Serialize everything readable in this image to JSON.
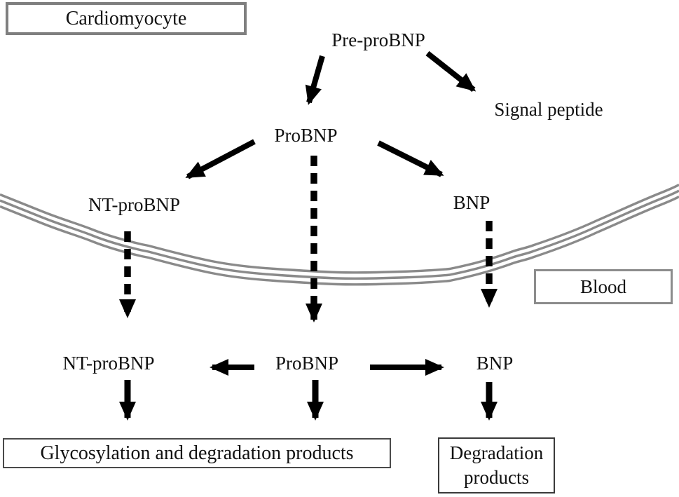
{
  "diagram": {
    "compartments": {
      "top_label": "Cardiomyocyte",
      "bottom_label": "Blood"
    },
    "nodes": {
      "pre_probnp": "Pre-proBNP",
      "signal_peptide": "Signal peptide",
      "probnp_upper": "ProBNP",
      "nt_probnp_upper": "NT-proBNP",
      "bnp_upper": "BNP",
      "nt_probnp_lower": "NT-proBNP",
      "probnp_lower": "ProBNP",
      "bnp_lower": "BNP",
      "glycosylation_products": "Glycosylation and degradation products",
      "degradation_products": "Degradation products"
    },
    "relations": [
      "Pre-proBNP -> ProBNP (solid)",
      "Pre-proBNP -> Signal peptide (solid)",
      "ProBNP -> NT-proBNP (solid)",
      "ProBNP -> BNP (solid)",
      "ProBNP -> blood ProBNP (dashed, crosses membrane)",
      "NT-proBNP -> blood NT-proBNP (dashed, crosses membrane)",
      "BNP -> blood BNP (dashed, crosses membrane)",
      "blood ProBNP -> blood NT-proBNP (solid)",
      "blood ProBNP -> blood BNP (solid)",
      "blood NT-proBNP -> Glycosylation and degradation products (solid)",
      "blood ProBNP -> Glycosylation and degradation products (solid)",
      "blood BNP -> Degradation products (solid)"
    ],
    "colors": {
      "text": "#111111",
      "arrow": "#000000",
      "membrane": "#8a8a8a",
      "compartment_border": "#7f7f7f",
      "product_box_border": "#4a4a4a",
      "background": "#ffffff"
    }
  }
}
